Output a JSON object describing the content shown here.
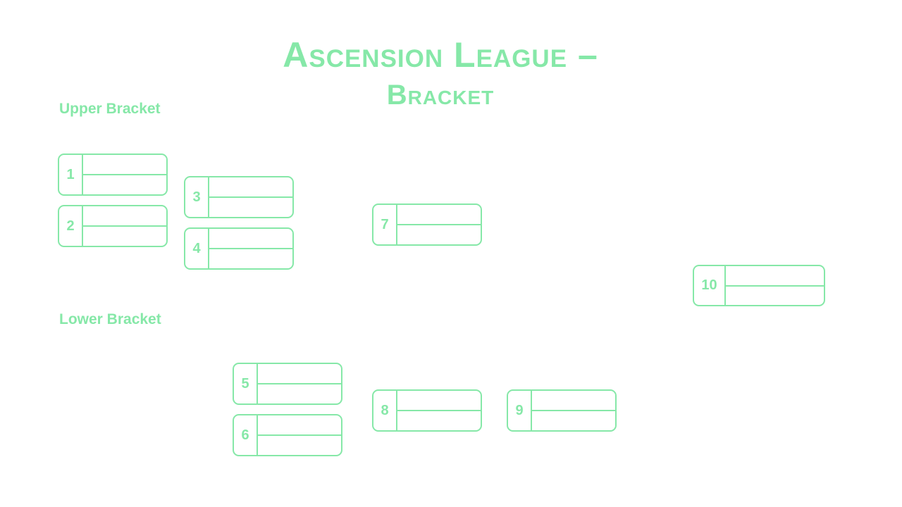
{
  "title_line1": "Ascension League –",
  "title_line2": "Bracket",
  "color": "#86e8a8",
  "sections": {
    "upper": "Upper Bracket",
    "lower": "Lower Bracket"
  },
  "matches": [
    "1",
    "2",
    "3",
    "4",
    "5",
    "6",
    "7",
    "8",
    "9",
    "10"
  ]
}
